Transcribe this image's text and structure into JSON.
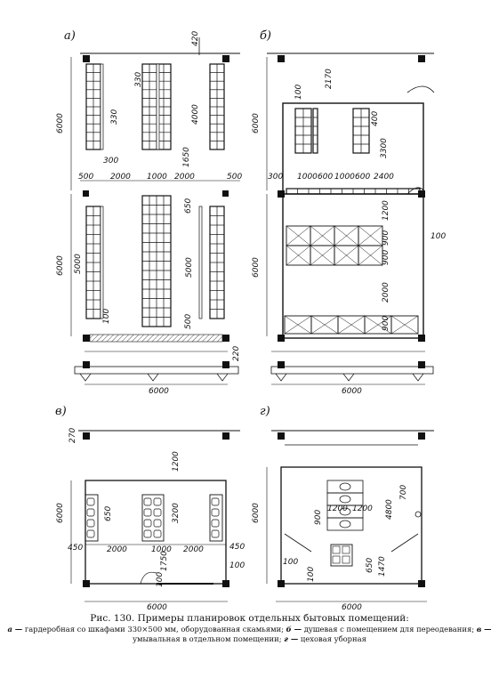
{
  "panels": {
    "a": {
      "label": "а)",
      "dims": [
        "420",
        "330",
        "330",
        "4000",
        "6000",
        "300",
        "1650",
        "500",
        "2000",
        "1000",
        "2000",
        "500",
        "650",
        "5000",
        "6000",
        "5000",
        "100",
        "500"
      ]
    },
    "b": {
      "label": "б)",
      "dims": [
        "2170",
        "100",
        "400",
        "6000",
        "3300",
        "300",
        "1000",
        "600",
        "1000",
        "600",
        "2400",
        "1200",
        "100",
        "900",
        "6000",
        "900",
        "2000",
        "900"
      ]
    },
    "v": {
      "label": "в)",
      "dims": [
        "270",
        "1200",
        "650",
        "3200",
        "6000",
        "450",
        "2000",
        "1000",
        "2000",
        "450",
        "1750",
        "100",
        "100"
      ]
    },
    "g": {
      "label": "г)",
      "dims": [
        "1200",
        "1200",
        "900",
        "700",
        "4800",
        "6000",
        "650",
        "1470",
        "100",
        "100"
      ]
    }
  },
  "bottom_dims": {
    "a_width": "6000",
    "b_width": "6000",
    "gap": "220",
    "v_width": "6000",
    "g_width": "6000"
  },
  "caption": {
    "title": "Рис. 130. Примеры планировок отдельных бытовых помещений:",
    "a_key": "а —",
    "a_text": "гардеробная со шкафами 330×500 мм, оборудованная скамьями;",
    "b_key": "б —",
    "b_text": "душевая с помещением для переодевания;",
    "v_key": "в —",
    "v_text": "умывальная в отдельном помещении;",
    "g_key": "г —",
    "g_text": "цеховая уборная"
  }
}
